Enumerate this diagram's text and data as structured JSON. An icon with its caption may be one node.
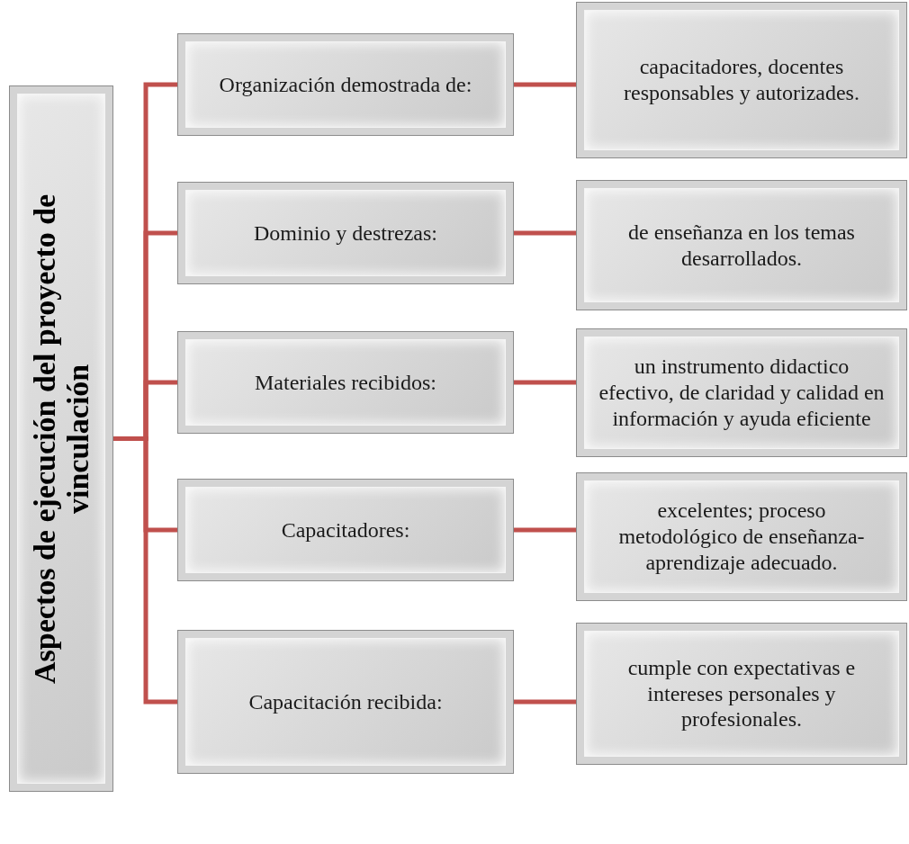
{
  "diagram": {
    "nodes": [
      {
        "text": [
          "Aspectos de ejecución del proyecto de vinculación"
        ]
      },
      {
        "text": [
          "Organización demostrada de:"
        ]
      },
      {
        "text": [
          "capacitadores, docentes responsables y autorizades."
        ]
      },
      {
        "text": [
          "Dominio  y destrezas:"
        ]
      },
      {
        "text": [
          "de enseñanza en los temas desarrollados."
        ]
      },
      {
        "text": [
          "Materiales recibidos:"
        ]
      },
      {
        "text": [
          "un instrumento didactico efectivo, de claridad y calidad en información  y ayuda eficiente"
        ]
      },
      {
        "text": [
          "Capacitadores:"
        ]
      },
      {
        "text": [
          "excelentes; proceso metodológico de enseñanza-aprendizaje adecuado."
        ]
      },
      {
        "text": [
          "Capacitación recibida:"
        ]
      },
      {
        "text": [
          "cumple con expectativas e intereses personales y profesionales."
        ]
      }
    ],
    "edges": [
      {
        "from": 0,
        "to": 1,
        "arrow": "none"
      },
      {
        "from": 0,
        "to": 3,
        "arrow": "none"
      },
      {
        "from": 0,
        "to": 5,
        "arrow": "none"
      },
      {
        "from": 0,
        "to": 7,
        "arrow": "none"
      },
      {
        "from": 0,
        "to": 9,
        "arrow": "none"
      },
      {
        "from": 1,
        "to": 2,
        "arrow": "none"
      },
      {
        "from": 3,
        "to": 4,
        "arrow": "none"
      },
      {
        "from": 5,
        "to": 6,
        "arrow": "none"
      },
      {
        "from": 7,
        "to": 8,
        "arrow": "none"
      },
      {
        "from": 9,
        "to": 10,
        "arrow": "none"
      }
    ]
  }
}
